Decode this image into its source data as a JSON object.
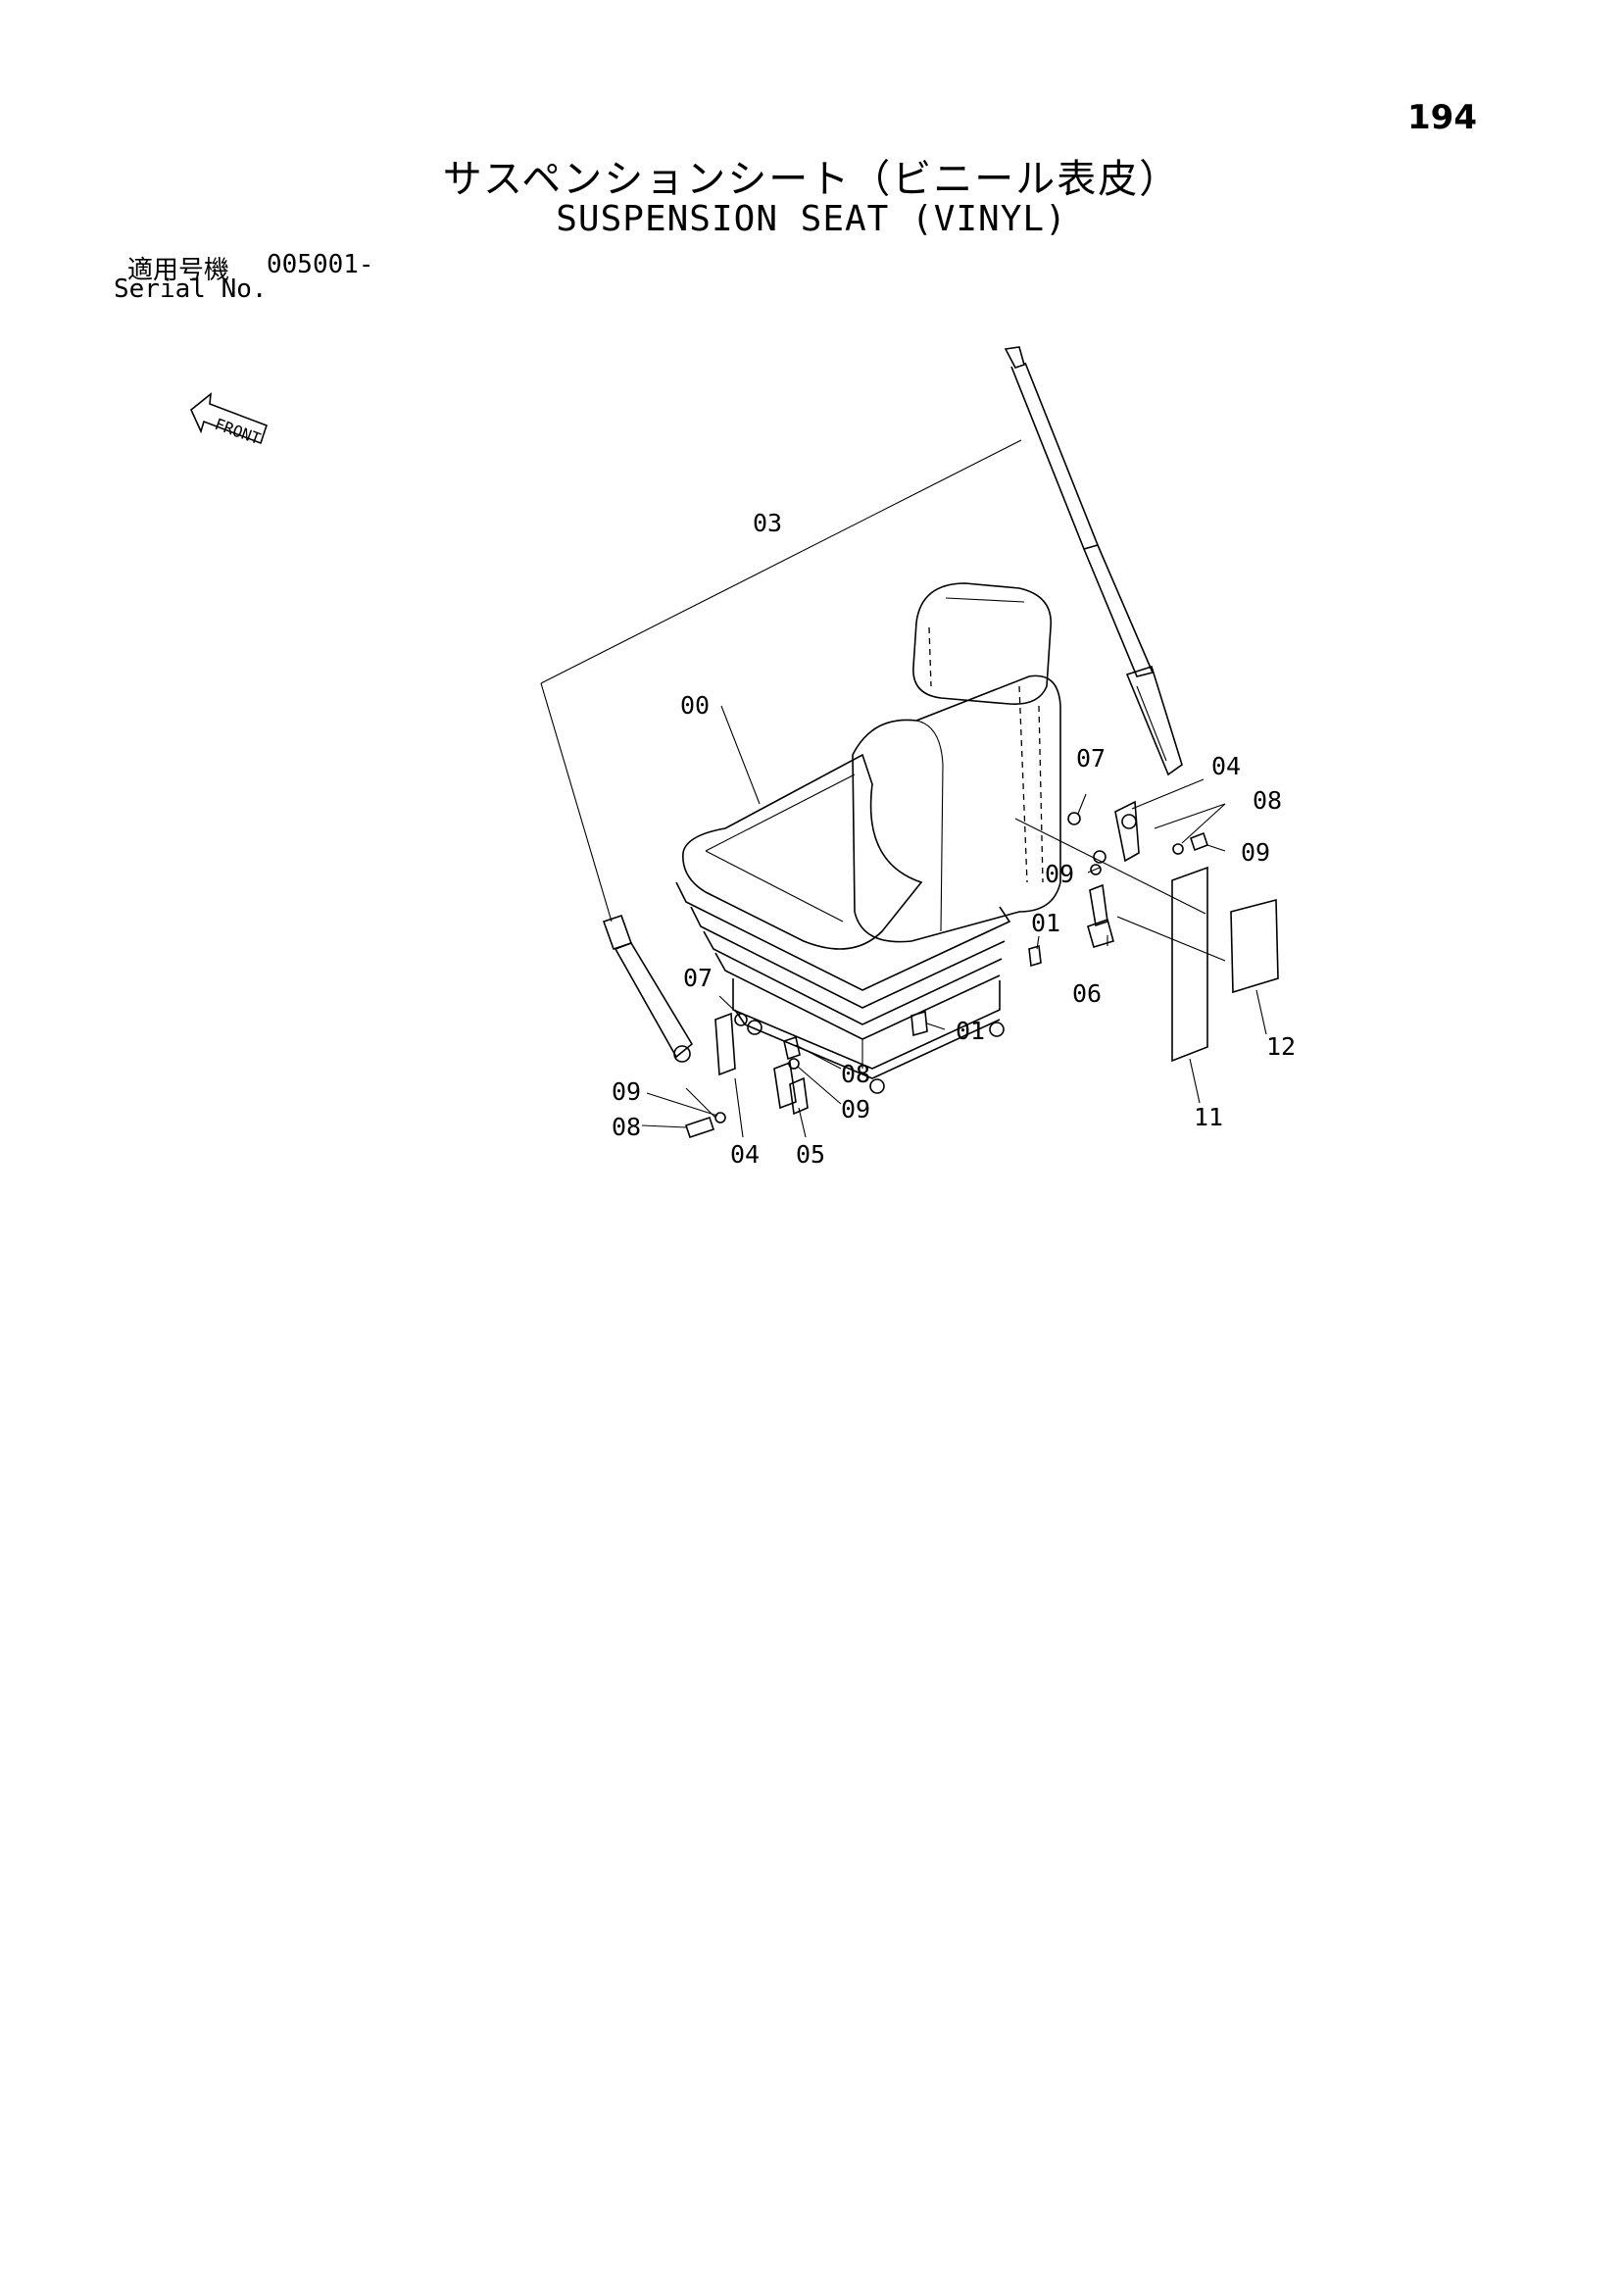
{
  "page_number": "194",
  "title_jp": "サスペンションシート（ビニール表皮）",
  "title_en": "SUSPENSION SEAT (VINYL)",
  "serial": {
    "label_jp": "適用号機",
    "value": "005001-",
    "label_en": "Serial No."
  },
  "front_label": "FRONT",
  "callouts": {
    "c00": "00",
    "c01a": "01",
    "c01b": "01",
    "c03": "03",
    "c04a": "04",
    "c04b": "04",
    "c05": "05",
    "c06": "06",
    "c07a": "07",
    "c07b": "07",
    "c08a": "08",
    "c08b": "08",
    "c08c": "08",
    "c09a": "09",
    "c09b": "09",
    "c09c": "09",
    "c09d": "09",
    "c11": "11",
    "c12": "12"
  }
}
